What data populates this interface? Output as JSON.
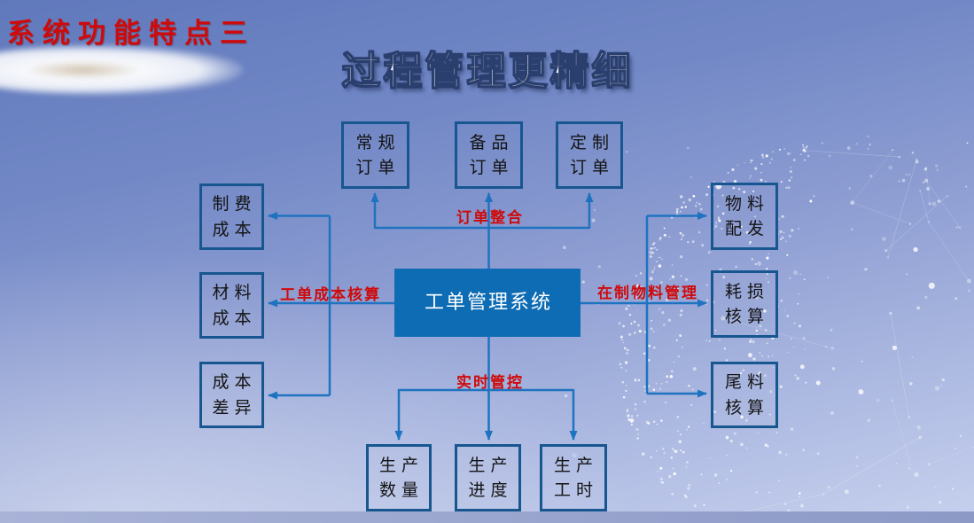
{
  "slide": {
    "badge": "系统功能特点三",
    "title": "过程管理更精细"
  },
  "diagram": {
    "center": "工单管理系统",
    "flow_labels": {
      "top": "订单整合",
      "left": "工单成本核算",
      "right": "在制物料管理",
      "bottom": "实时管控"
    },
    "order_types": [
      {
        "line1": "常规",
        "line2": "订单"
      },
      {
        "line1": "备品",
        "line2": "订单"
      },
      {
        "line1": "定制",
        "line2": "订单"
      }
    ],
    "cost_items": [
      {
        "line1": "制费",
        "line2": "成本"
      },
      {
        "line1": "材料",
        "line2": "成本"
      },
      {
        "line1": "成本",
        "line2": "差异"
      }
    ],
    "material_items": [
      {
        "line1": "物料",
        "line2": "配发"
      },
      {
        "line1": "耗损",
        "line2": "核算"
      },
      {
        "line1": "尾料",
        "line2": "核算"
      }
    ],
    "production_items": [
      {
        "line1": "生产",
        "line2": "数量"
      },
      {
        "line1": "生产",
        "line2": "进度"
      },
      {
        "line1": "生产",
        "line2": "工时"
      }
    ]
  },
  "colors": {
    "accent-red": "#cf0a0a",
    "box-border": "#17568f",
    "connector-color": "#1e73c0",
    "center-fill": "#0e6cb4",
    "title-outline": "#2a3f6e"
  }
}
